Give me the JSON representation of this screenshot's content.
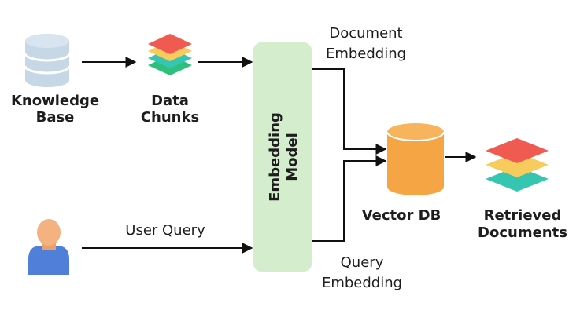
{
  "nodes": {
    "knowledge_base": {
      "line1": "Knowledge",
      "line2": "Base"
    },
    "data_chunks": {
      "line1": "Data",
      "line2": "Chunks"
    },
    "embedding_model": {
      "line1": "Embedding",
      "line2": "Model"
    },
    "vector_db": {
      "label": "Vector DB"
    },
    "retrieved_documents": {
      "line1": "Retrieved",
      "line2": "Documents"
    },
    "user": {}
  },
  "edges": {
    "document_embedding": {
      "line1": "Document",
      "line2": "Embedding"
    },
    "user_query": {
      "label": "User Query"
    },
    "query_embedding": {
      "line1": "Query",
      "line2": "Embedding"
    }
  },
  "colors": {
    "database_blue": "#c6d7e6",
    "model_box": "#d4edcc",
    "vector_db_orange": "#f6a544",
    "layer_red": "#f15a50",
    "layer_yellow": "#f7cc5c",
    "layer_teal": "#34c6b0",
    "layer_green": "#2fbf7d",
    "user_head": "#f3b27f",
    "user_body": "#4f7fd8",
    "text": "#1d1d1d"
  },
  "icons": [
    "database-icon",
    "stacked-layers-icon",
    "user-icon",
    "cylinder-icon"
  ]
}
